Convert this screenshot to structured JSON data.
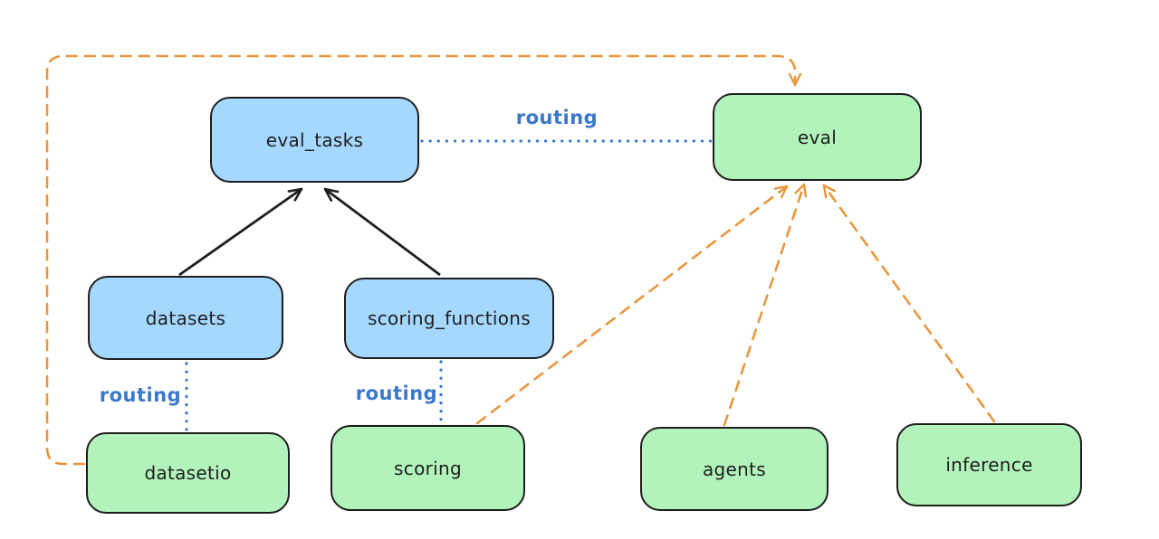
{
  "diagram": {
    "nodes": [
      {
        "id": "eval_tasks",
        "label": "eval_tasks",
        "fill": "#a5d8ff"
      },
      {
        "id": "eval",
        "label": "eval",
        "fill": "#b2f2bb"
      },
      {
        "id": "datasets",
        "label": "datasets",
        "fill": "#a5d8ff"
      },
      {
        "id": "scoring_functions",
        "label": "scoring_functions",
        "fill": "#a5d8ff"
      },
      {
        "id": "datasetio",
        "label": "datasetio",
        "fill": "#b2f2bb"
      },
      {
        "id": "scoring",
        "label": "scoring",
        "fill": "#b2f2bb"
      },
      {
        "id": "agents",
        "label": "agents",
        "fill": "#b2f2bb"
      },
      {
        "id": "inference",
        "label": "inference",
        "fill": "#b2f2bb"
      }
    ],
    "edges": [
      {
        "from": "datasets",
        "to": "eval_tasks",
        "style": "solid",
        "color": "#1e1e1e",
        "label": ""
      },
      {
        "from": "scoring_functions",
        "to": "eval_tasks",
        "style": "solid",
        "color": "#1e1e1e",
        "label": ""
      },
      {
        "from": "eval_tasks",
        "to": "eval",
        "style": "dotted",
        "color": "#3b78c9",
        "label": "routing"
      },
      {
        "from": "datasets",
        "to": "datasetio",
        "style": "dotted",
        "color": "#3b78c9",
        "label": "routing"
      },
      {
        "from": "scoring_functions",
        "to": "scoring",
        "style": "dotted",
        "color": "#3b78c9",
        "label": "routing"
      },
      {
        "from": "datasetio",
        "to": "eval",
        "style": "dashed",
        "color": "#e8973c",
        "label": ""
      },
      {
        "from": "scoring",
        "to": "eval",
        "style": "dashed",
        "color": "#e8973c",
        "label": ""
      },
      {
        "from": "agents",
        "to": "eval",
        "style": "dashed",
        "color": "#e8973c",
        "label": ""
      },
      {
        "from": "inference",
        "to": "eval",
        "style": "dashed",
        "color": "#e8973c",
        "label": ""
      }
    ],
    "colors": {
      "blue_node_fill": "#a5d8ff",
      "green_node_fill": "#b2f2bb",
      "node_border": "#1e1e1e",
      "routing_label": "#3b78c9",
      "dashed_edge": "#e8973c",
      "background": "#ffffff"
    }
  }
}
